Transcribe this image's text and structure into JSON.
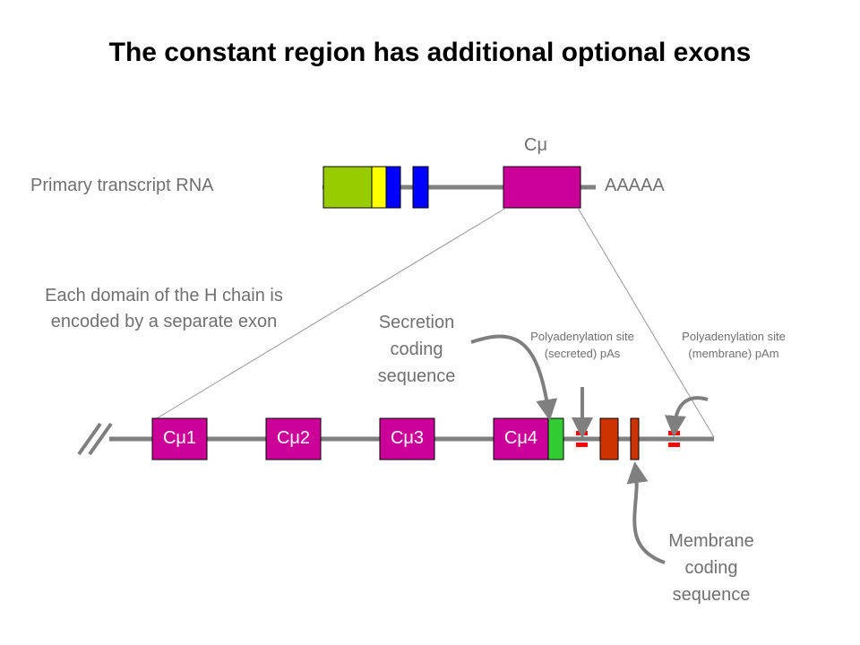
{
  "title": "The constant region has additional optional exons",
  "labels": {
    "primary_transcript": "Primary transcript RNA",
    "polyA_tail": "AAAAA",
    "cmu_top": "Cμ",
    "domain_note": "Each domain of the H chain is encoded by a separate exon",
    "secretion": "Secretion coding sequence",
    "pas": "Polyadenylation site (secreted) pAs",
    "pam": "Polyadenylation site (membrane) pAm",
    "membrane": "Membrane coding sequence"
  },
  "exons": [
    "Cμ1",
    "Cμ2",
    "Cμ3",
    "Cμ4"
  ],
  "colors": {
    "line": "#7f7f7f",
    "magenta": "#cc0099",
    "lime": "#99cc00",
    "yellow": "#ffff00",
    "blue": "#0000ff",
    "green": "#33cc33",
    "orange_red": "#cc3300",
    "red": "#ff0000",
    "text_gray": "#707070"
  }
}
